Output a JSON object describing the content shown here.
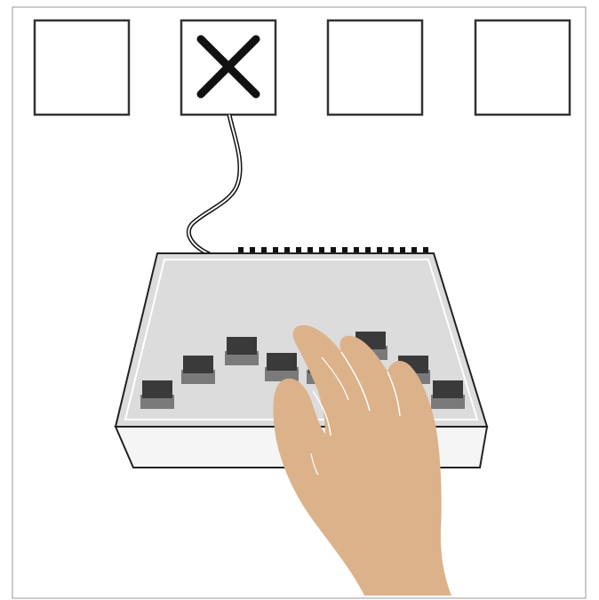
{
  "diagram": {
    "indicator_boxes": [
      {
        "id": 1,
        "marked": false
      },
      {
        "id": 2,
        "marked": true
      },
      {
        "id": 3,
        "marked": false
      },
      {
        "id": 4,
        "marked": false
      }
    ],
    "device": {
      "button_count": 8,
      "vent_slot_count": 17,
      "pressed_button": 4
    },
    "colors": {
      "outline": "#333333",
      "mark": "#111111",
      "device_top": "#dcdcdc",
      "device_front": "#f5f5f5",
      "button_top": "#3a3a3a",
      "button_base": "#7a7a7a",
      "skin": "#dcb28b",
      "skin_line": "#ffffff"
    },
    "icons": [
      "x-mark-icon",
      "hand-icon"
    ]
  }
}
